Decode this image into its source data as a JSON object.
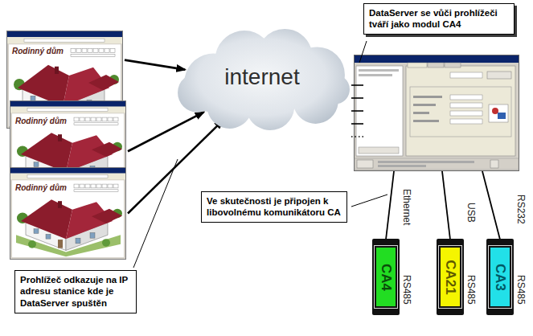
{
  "diagram": {
    "nodes": [
      {
        "text": [
          "Rodinný dům"
        ]
      },
      {
        "text": [
          "Rodinný dům"
        ]
      },
      {
        "text": [
          "Rodinný dům"
        ]
      },
      {
        "text": [
          "internet"
        ]
      },
      {
        "text": [
          "DataServer se vůči prohlížeči tváří jako modul CA4"
        ]
      },
      {
        "text": [
          "Ve skutečnosti je připojen k libovolnému komunikátoru CA"
        ]
      },
      {
        "text": [
          "Ethernet",
          "CA4",
          "RS485"
        ]
      },
      {
        "text": [
          "USB",
          "CA21",
          "RS485"
        ]
      },
      {
        "text": [
          "RS232",
          "CA3",
          "RS485"
        ]
      },
      {
        "text": [
          "Prohlížeč odkazuje na IP adresu stanice kde je DataServer spuštěn"
        ]
      }
    ],
    "edges": [
      {
        "from": 0,
        "to": 3,
        "arrow": "to"
      },
      {
        "from": 1,
        "to": 3,
        "arrow": "to"
      },
      {
        "from": 2,
        "to": 3,
        "arrow": "to"
      }
    ]
  }
}
